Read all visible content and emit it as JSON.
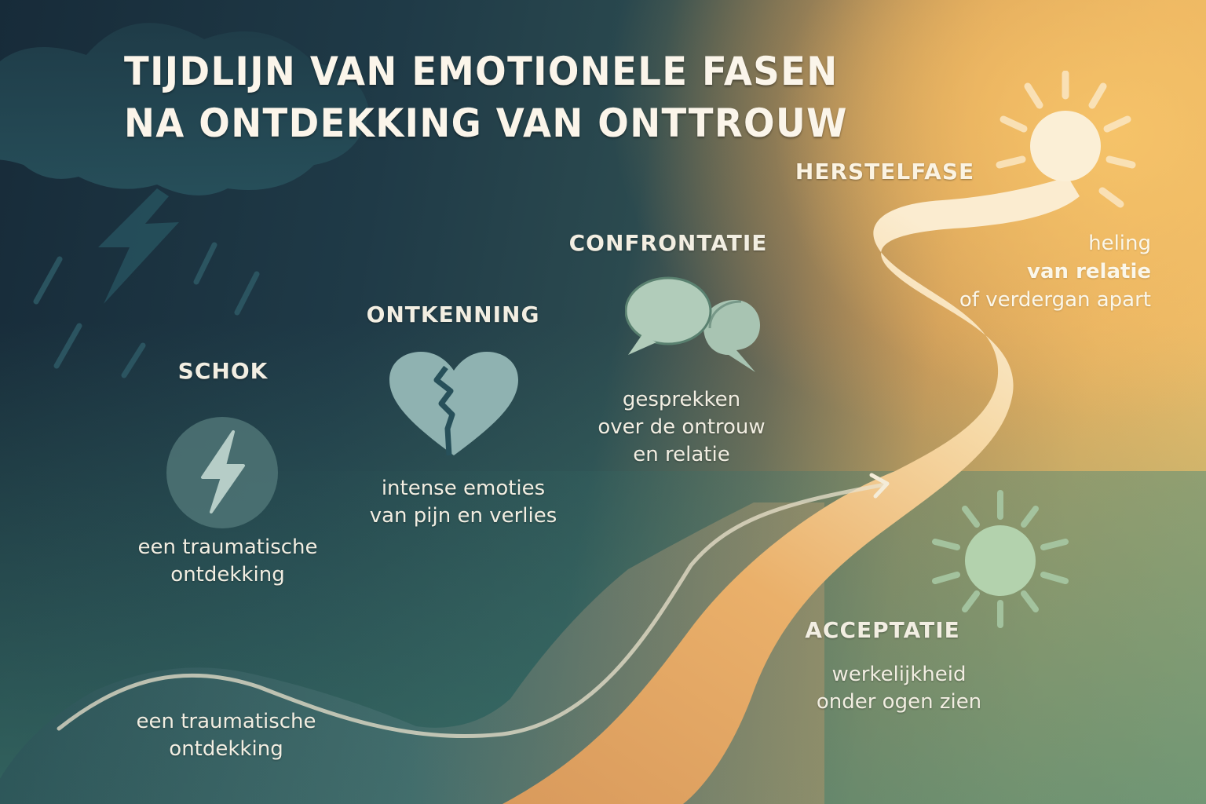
{
  "title": {
    "line1": "TIJDLIJN VAN EMOTIONELE FASEN",
    "line2": "NA ONTDEKKING VAN ONTTROUW"
  },
  "colors": {
    "dark_navy": "#172b39",
    "teal": "#2f5f63",
    "green": "#4f8a78",
    "amber": "#e8a85f",
    "yellow": "#f0c16b",
    "cream": "#fbf1d8",
    "text": "#f2eee2"
  },
  "phases": [
    {
      "id": "schok",
      "label": "SCHOK",
      "icon": "lightning-bolt-circle-icon",
      "description": [
        "een traumatische",
        "ontdekking"
      ]
    },
    {
      "id": "ontkenning",
      "label": "ONTKENNING",
      "icon": "broken-heart-icon",
      "description": [
        "intense emoties",
        "van pijn en verlies"
      ]
    },
    {
      "id": "confrontatie",
      "label": "CONFRONTATIE",
      "icon": "speech-bubbles-icon",
      "description": [
        "gesprekken",
        "over de ontrouw",
        "en relatie"
      ]
    },
    {
      "id": "herstelfase",
      "label": "HERSTELFASE",
      "icon": "bright-sun-icon",
      "description": [
        "heling",
        "van relatie",
        "of verdergan apart"
      ]
    },
    {
      "id": "acceptatie",
      "label": "ACCEPTATIE",
      "icon": "sun-icon",
      "description": [
        "werkelijkheid",
        "onder ogen zien"
      ]
    }
  ],
  "path_caption": [
    "een traumatische",
    "ontdekking"
  ],
  "decor": {
    "storm": "storm-cloud-icon",
    "path": "winding-road-path",
    "arrow": "progress-arrow-icon"
  }
}
